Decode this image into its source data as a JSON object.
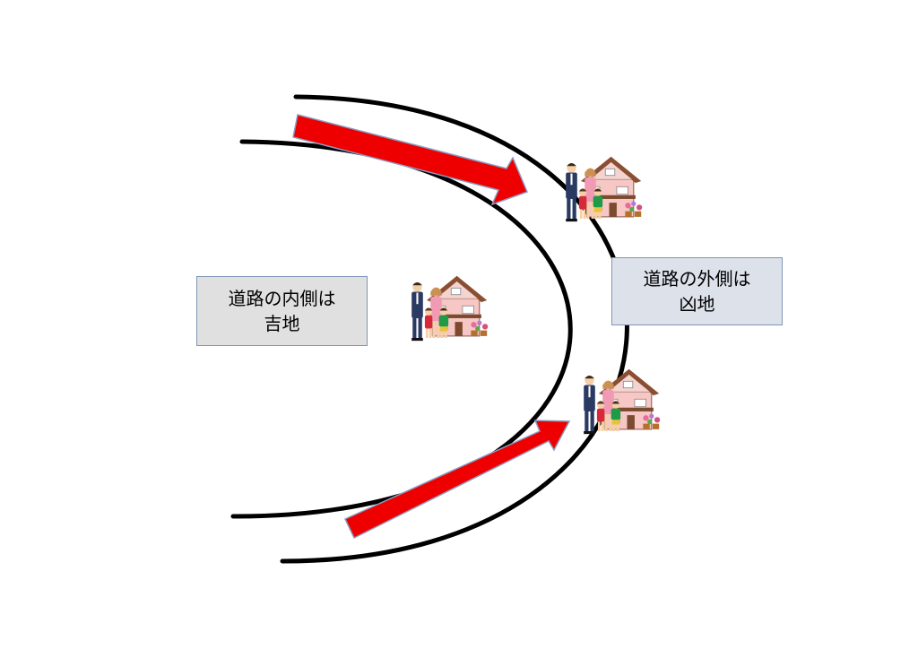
{
  "labels": {
    "inner": {
      "line1": "道路の内側は",
      "line2": "吉地"
    },
    "outer": {
      "line1": "道路の外側は",
      "line2": "凶地"
    }
  },
  "colors": {
    "road": "#000000",
    "arrow": "#ee0000",
    "arrow_edge": "#8a9cc0",
    "inner_box": "#e0e0e0",
    "outer_box": "#dce1ea"
  },
  "icons": [
    "family-house-icon",
    "family-house-icon",
    "family-house-icon"
  ]
}
